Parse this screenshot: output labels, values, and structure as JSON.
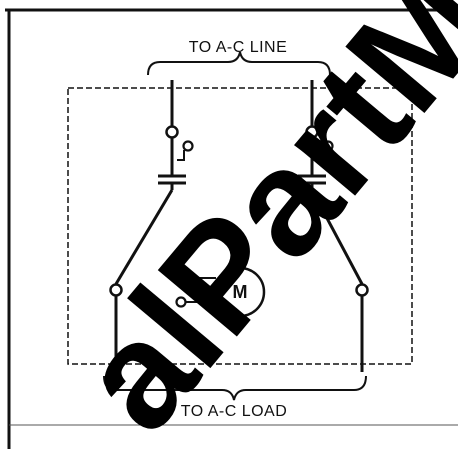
{
  "diagram": {
    "top_label": "TO A-C LINE",
    "bottom_label": "TO A-C LOAD",
    "motor_label": "M"
  },
  "watermark": {
    "text": "alPartM"
  },
  "colors": {
    "ink": "#111111",
    "background": "#ffffff"
  }
}
